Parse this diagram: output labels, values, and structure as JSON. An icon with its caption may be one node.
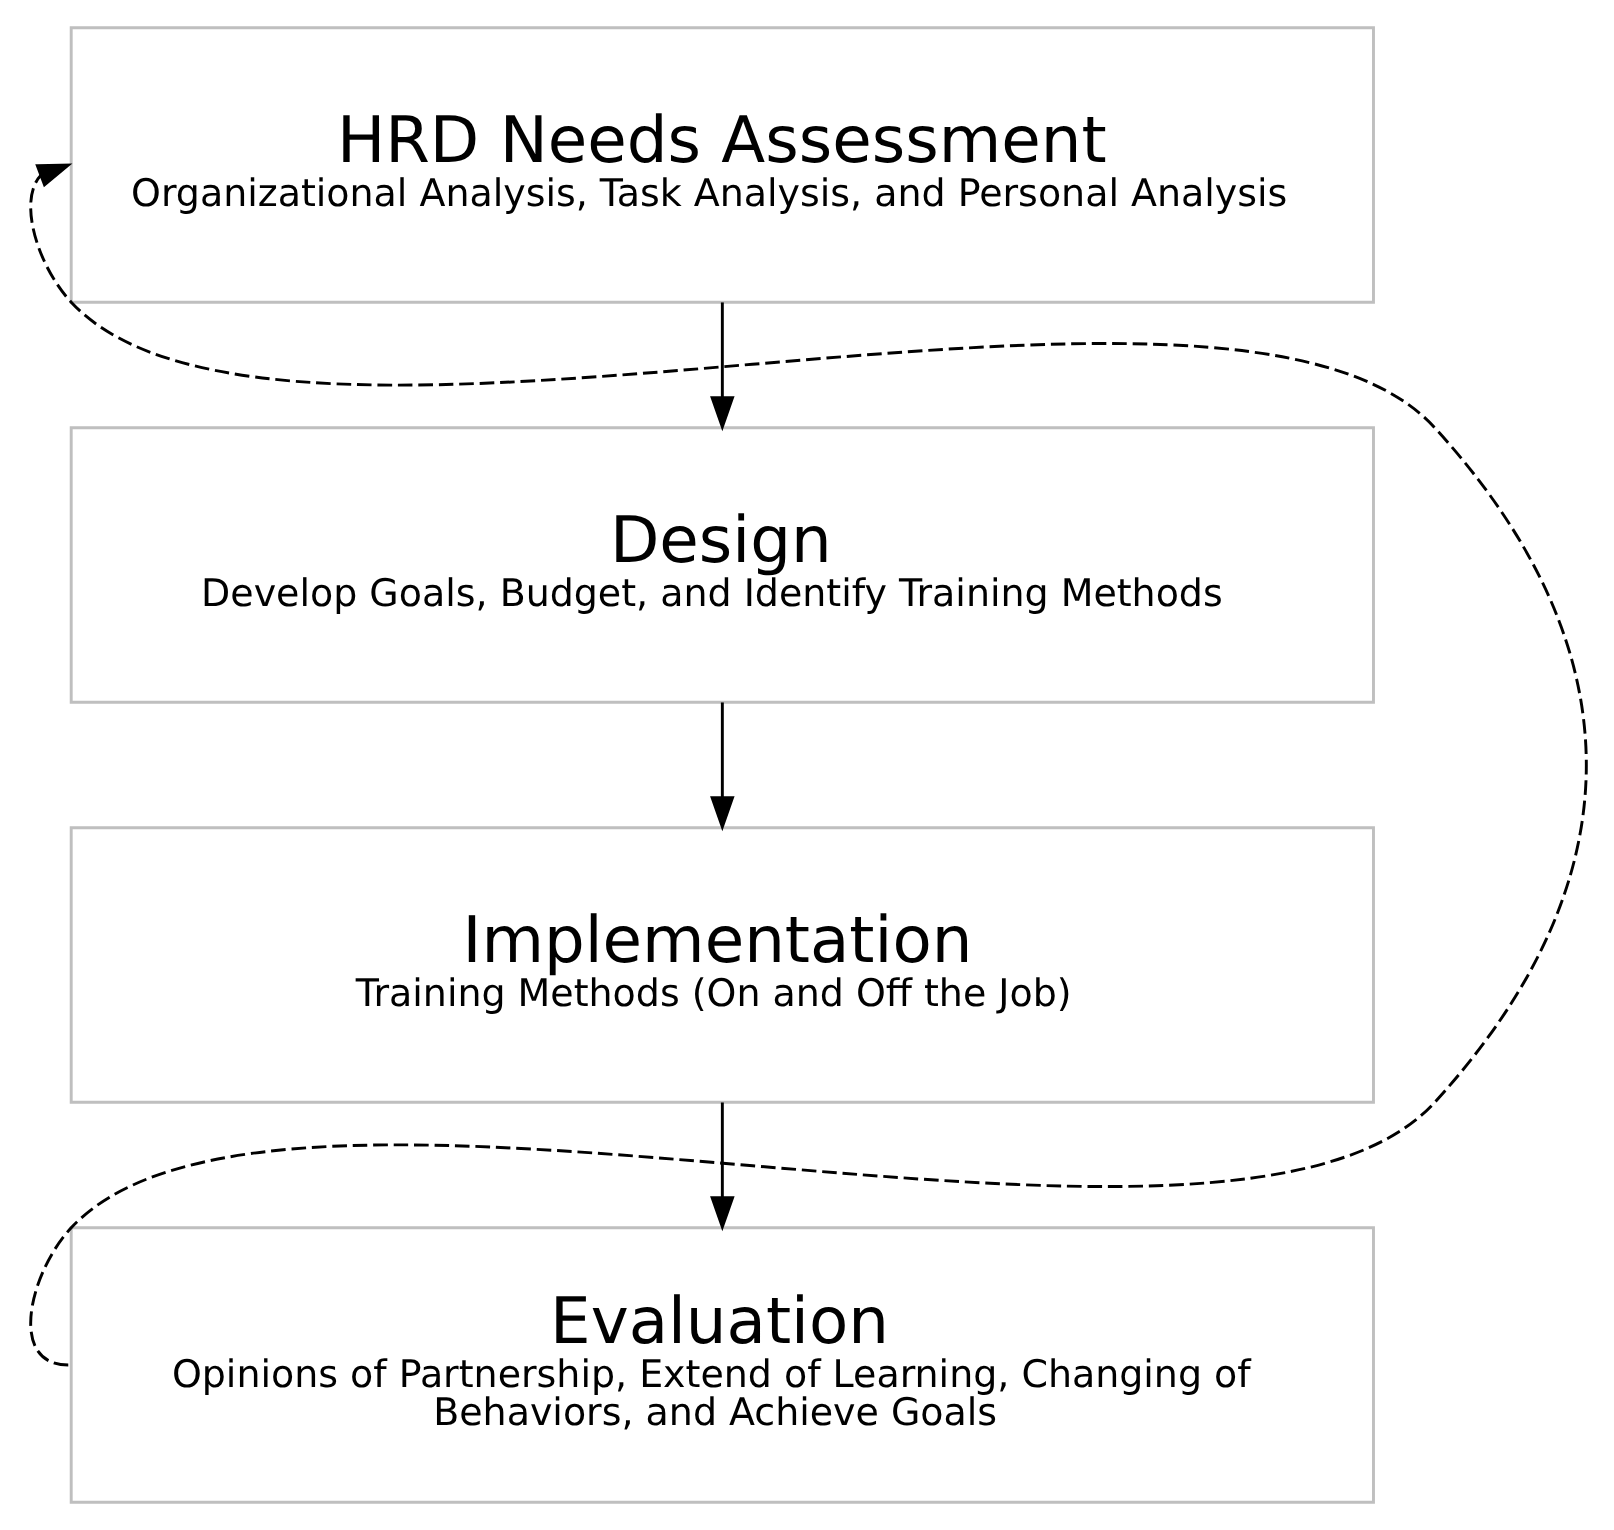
{
  "diagram": {
    "nodes": [
      {
        "text": [
          "HRD Needs Assessment",
          "Organizational Analysis, Task Analysis, and Personal Analysis"
        ]
      },
      {
        "text": [
          "Design",
          "Develop Goals, Budget, and Identify Training Methods"
        ]
      },
      {
        "text": [
          "Implementation",
          "Training Methods (On and Off the Job)"
        ]
      },
      {
        "text": [
          "Evaluation",
          "Opinions of Partnership, Extend of Learning, Changing of Behaviors, and Achieve Goals"
        ]
      }
    ],
    "edges": [
      {
        "from": 0,
        "to": 1,
        "arrow": "to"
      },
      {
        "from": 1,
        "to": 2,
        "arrow": "to"
      },
      {
        "from": 2,
        "to": 3,
        "arrow": "to"
      },
      {
        "from": 3,
        "to": 0,
        "arrow": "to",
        "style": "dashed"
      }
    ]
  }
}
